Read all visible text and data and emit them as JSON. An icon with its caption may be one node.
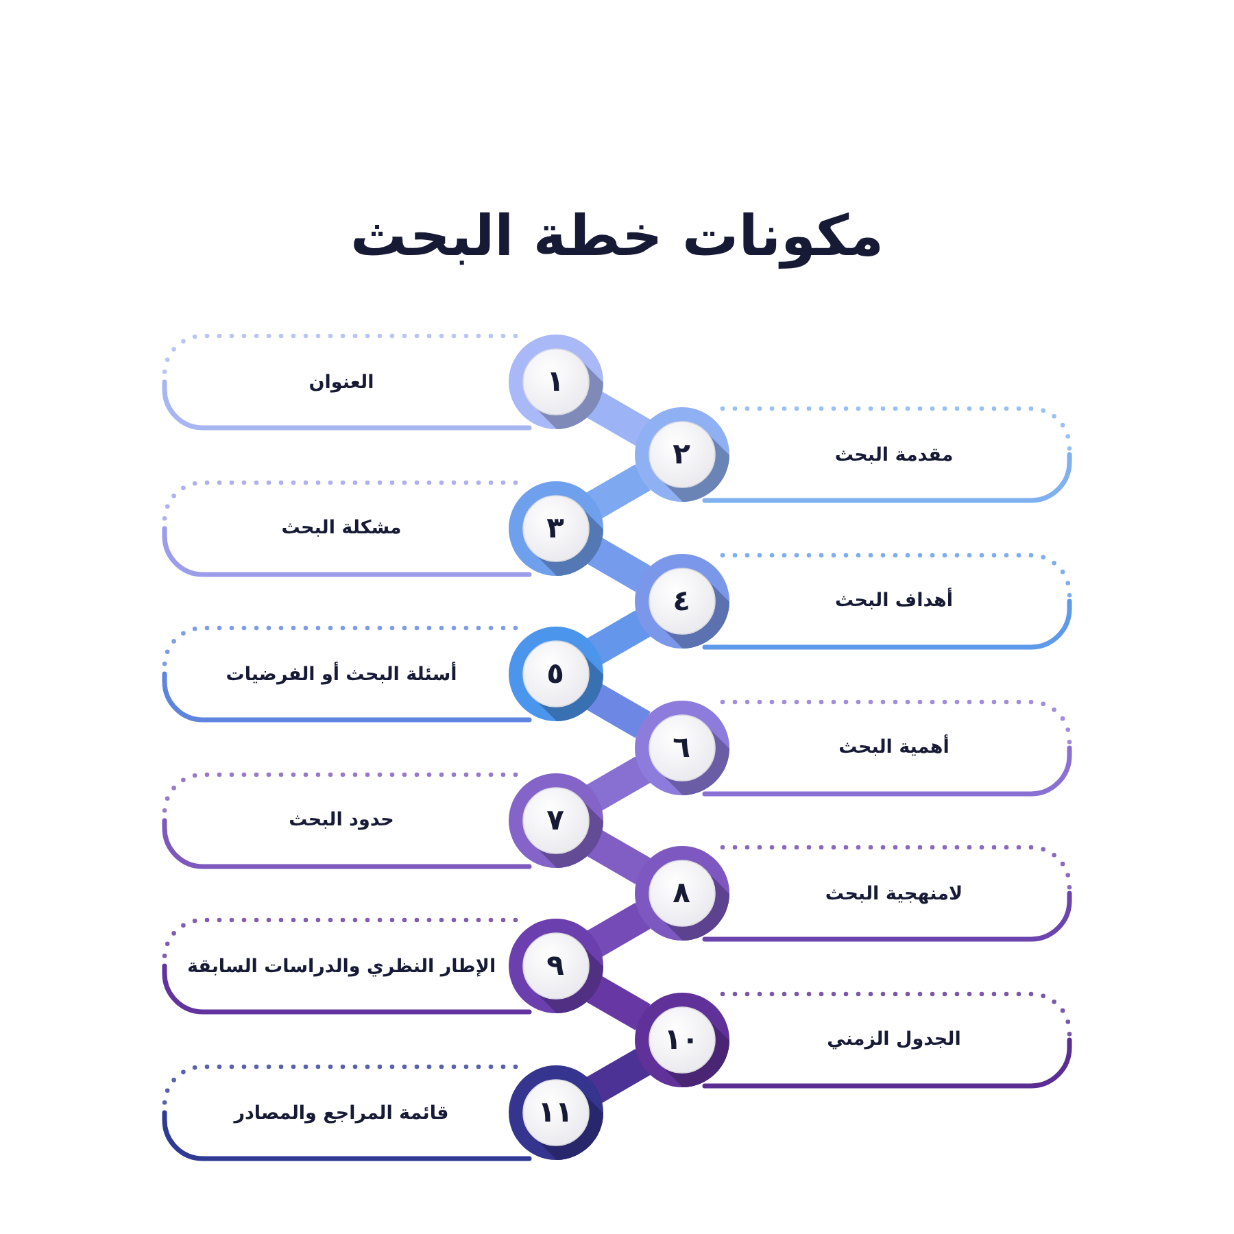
{
  "diagram": {
    "title": "مكونات خطة البحث",
    "nodes": [
      {
        "text": [
          "١"
        ]
      },
      {
        "text": [
          "العنوان"
        ]
      },
      {
        "text": [
          "٢"
        ]
      },
      {
        "text": [
          "مقدمة البحث"
        ]
      },
      {
        "text": [
          "٣"
        ]
      },
      {
        "text": [
          "مشكلة البحث"
        ]
      },
      {
        "text": [
          "٤"
        ]
      },
      {
        "text": [
          "أهداف البحث"
        ]
      },
      {
        "text": [
          "٥"
        ]
      },
      {
        "text": [
          "أسئلة البحث أو الفرضيات"
        ]
      },
      {
        "text": [
          "٦"
        ]
      },
      {
        "text": [
          "أهمية البحث"
        ]
      },
      {
        "text": [
          "٧"
        ]
      },
      {
        "text": [
          "حدود البحث"
        ]
      },
      {
        "text": [
          "٨"
        ]
      },
      {
        "text": [
          "لامنهجية البحث"
        ]
      },
      {
        "text": [
          "٩"
        ]
      },
      {
        "text": [
          "الإطار النظري والدراسات السابقة"
        ]
      },
      {
        "text": [
          "١٠"
        ]
      },
      {
        "text": [
          "الجدول الزمني"
        ]
      },
      {
        "text": [
          "١١"
        ]
      },
      {
        "text": [
          "قائمة المراجع والمصادر"
        ]
      }
    ],
    "edges": [
      {
        "from": 0,
        "to": 2,
        "arrow": "none",
        "color": "#9cb4f5"
      },
      {
        "from": 2,
        "to": 4,
        "arrow": "none",
        "color": "#7ea9f0"
      },
      {
        "from": 4,
        "to": 6,
        "arrow": "none",
        "color": "#759bec"
      },
      {
        "from": 6,
        "to": 8,
        "arrow": "none",
        "color": "#6496eb"
      },
      {
        "from": 8,
        "to": 10,
        "arrow": "none",
        "color": "#6c88e4"
      },
      {
        "from": 10,
        "to": 12,
        "arrow": "none",
        "color": "#8870d2"
      },
      {
        "from": 12,
        "to": 14,
        "arrow": "none",
        "color": "#805ec4"
      },
      {
        "from": 14,
        "to": 16,
        "arrow": "none",
        "color": "#744bb7"
      },
      {
        "from": 16,
        "to": 18,
        "arrow": "none",
        "color": "#6738a4"
      },
      {
        "from": 18,
        "to": 20,
        "arrow": "none",
        "color": "#4b3294"
      }
    ]
  }
}
